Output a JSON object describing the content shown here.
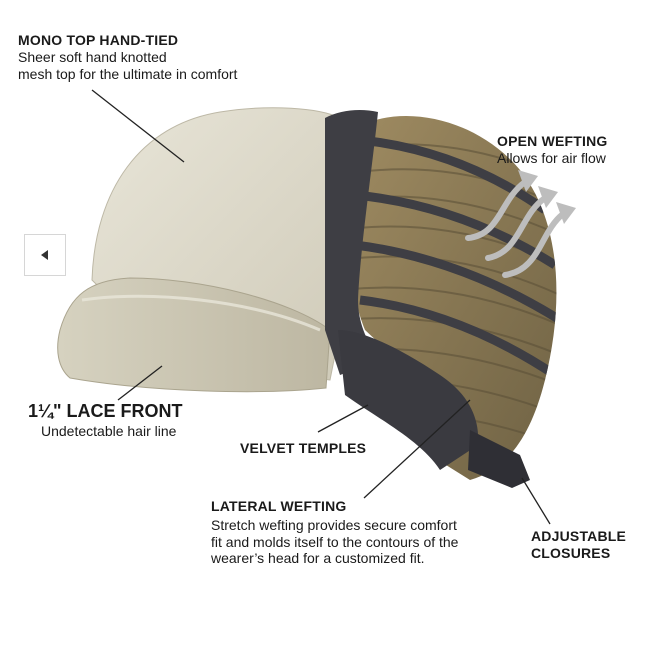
{
  "annotations": {
    "mono_top": {
      "title": "MONO TOP HAND-TIED",
      "lines": [
        "Sheer soft hand knotted",
        "mesh top for the ultimate in comfort"
      ]
    },
    "open_wefting": {
      "title": "OPEN WEFTING",
      "lines": [
        "Allows for air flow"
      ]
    },
    "lace_front": {
      "title": "1¼\" LACE FRONT",
      "lines": [
        "Undetectable hair line"
      ]
    },
    "velvet_temples": {
      "title": "VELVET TEMPLES"
    },
    "lateral_wefting": {
      "title": "LATERAL WEFTING",
      "lines": [
        "Stretch wefting provides secure comfort",
        "fit and molds itself to the contours of the",
        "wearer’s head for a customized fit."
      ]
    },
    "adjustable_closures": {
      "title": [
        "ADJUSTABLE",
        "CLOSURES"
      ]
    }
  },
  "navigation": {
    "prev_icon": "chevron-left-icon"
  },
  "colors": {
    "mesh": "#d9d6c8",
    "lace": "#c9c4b1",
    "band": "#3e3e44",
    "hair": "#8a7a58",
    "arrows": "#c2c2c2"
  }
}
